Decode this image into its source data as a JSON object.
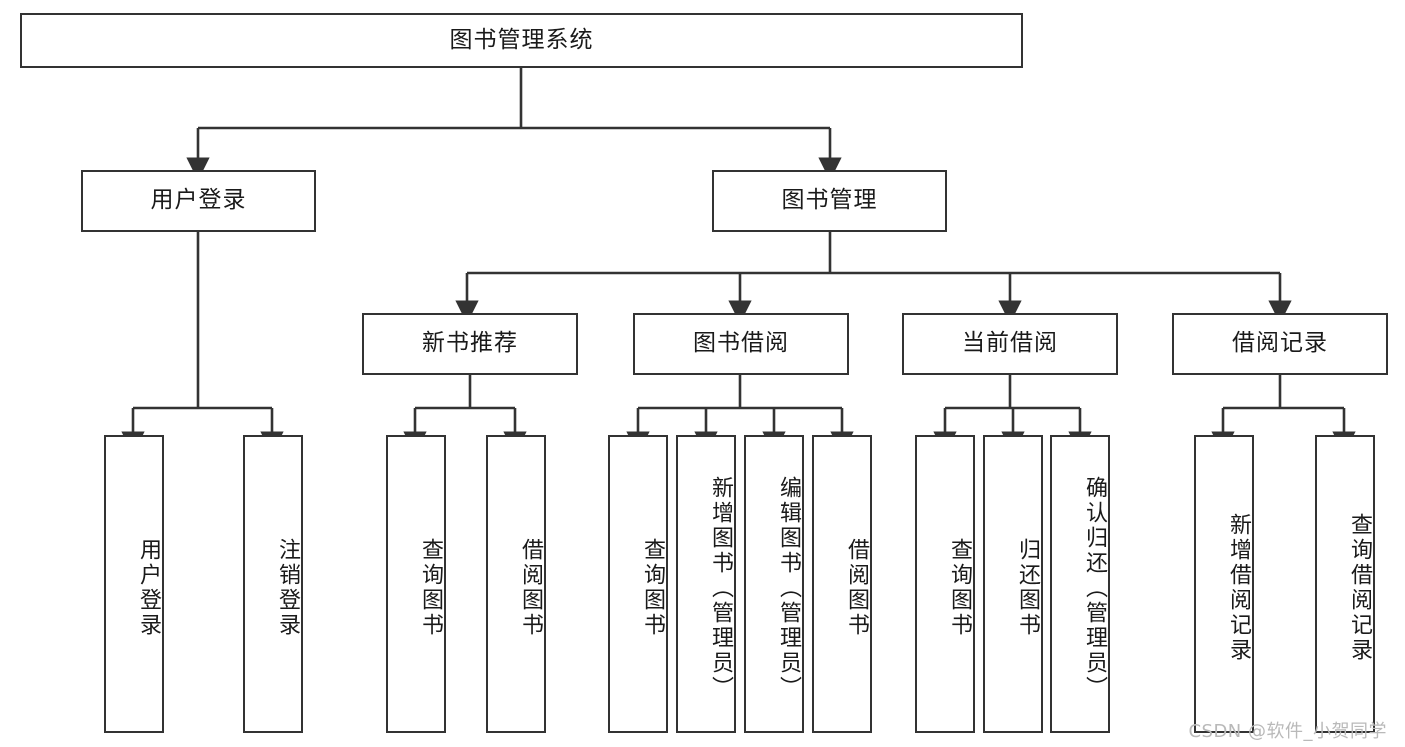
{
  "diagram": {
    "type": "tree-hierarchy",
    "title": "图书管理系统",
    "root": {
      "label": "图书管理系统"
    },
    "level2": [
      {
        "label": "用户登录"
      },
      {
        "label": "图书管理"
      }
    ],
    "level3": [
      {
        "label": "新书推荐"
      },
      {
        "label": "图书借阅"
      },
      {
        "label": "当前借阅"
      },
      {
        "label": "借阅记录"
      }
    ],
    "leaves": {
      "user_login": [
        {
          "label": "用户登录"
        },
        {
          "label": "注销登录"
        }
      ],
      "new_book_recommend": [
        {
          "label": "查询图书"
        },
        {
          "label": "借阅图书"
        }
      ],
      "book_borrow": [
        {
          "label": "查询图书"
        },
        {
          "label": "新增图书（管理员）"
        },
        {
          "label": "编辑图书（管理员）"
        },
        {
          "label": "借阅图书"
        }
      ],
      "current_borrow": [
        {
          "label": "查询图书"
        },
        {
          "label": "归还图书"
        },
        {
          "label": "确认归还（管理员）"
        }
      ],
      "borrow_record": [
        {
          "label": "新增借阅记录"
        },
        {
          "label": "查询借阅记录"
        }
      ]
    },
    "colors": {
      "border": "#333333",
      "background": "#ffffff",
      "text": "#1a1a1a",
      "watermark": "#b9b9b9"
    }
  },
  "watermark": {
    "text": "CSDN @软件_小贺同学"
  }
}
